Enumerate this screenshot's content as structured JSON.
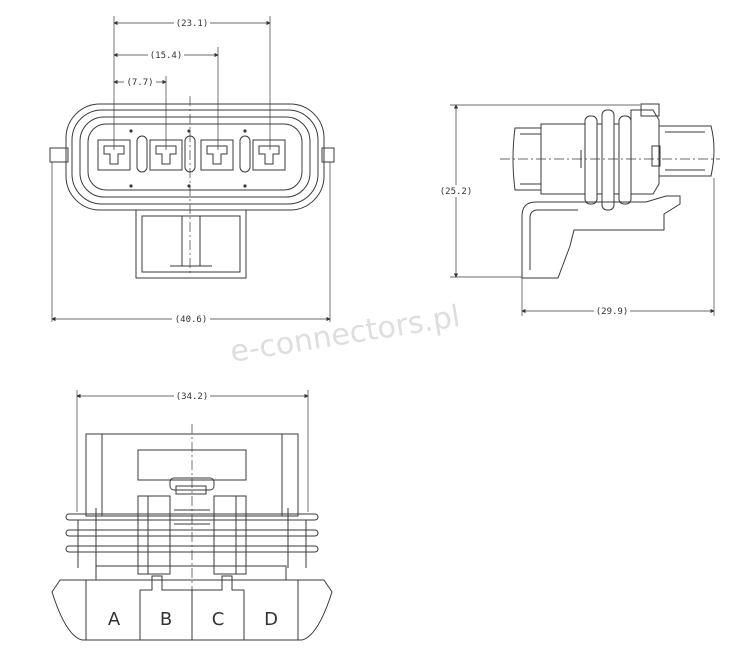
{
  "dimensions": {
    "front_width_outer": "(40.6)",
    "front_span_a_d": "(23.1)",
    "front_span_b_c": "(15.4)",
    "front_span_pitch": "(7.7)",
    "side_height": "(25.2)",
    "side_length": "(29.9)",
    "bottom_width": "(34.2)"
  },
  "pin_labels": [
    "A",
    "B",
    "C",
    "D"
  ],
  "watermark": "e-connectors.pl",
  "colors": {
    "line": "#3a3a3a",
    "watermark": "#dedede"
  }
}
